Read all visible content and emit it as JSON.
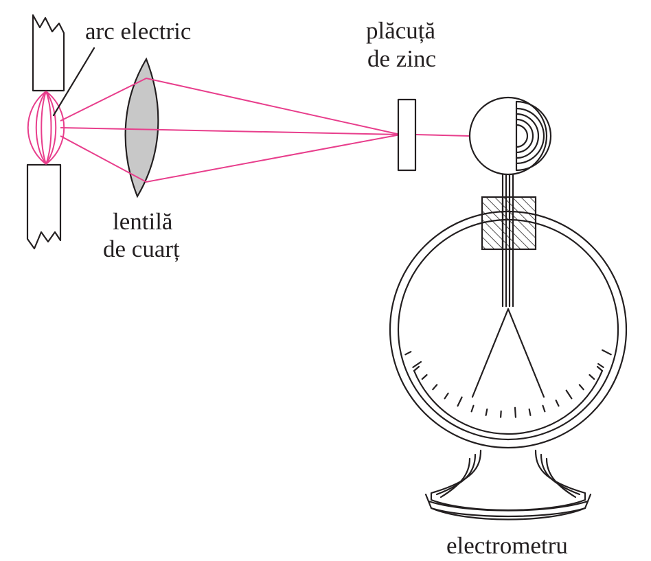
{
  "labels": {
    "arc": "arc electric",
    "lens_line1": "lentilă",
    "lens_line2": "de cuarț",
    "plate_line1": "plăcuță",
    "plate_line2": "de zinc",
    "electrometer": "electrometru"
  },
  "colors": {
    "ray": "#e83e8c",
    "ink": "#231f20",
    "lens_fill": "#c8c8c8"
  }
}
